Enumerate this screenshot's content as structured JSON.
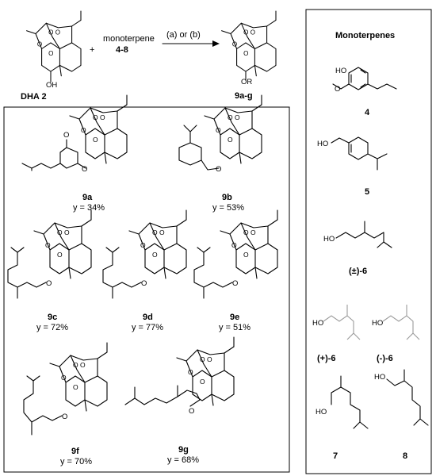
{
  "reaction": {
    "reactant_label": "DHA 2",
    "plus": "+",
    "reagent": "monoterpene",
    "reagent_numbers": "4-8",
    "conditions": "(a) or (b)",
    "product_label": "9a-g"
  },
  "atoms": {
    "hydroxyl": "OH",
    "ether": "OR",
    "oxygen": "O",
    "phenol": "HO",
    "alcohol": "HO"
  },
  "products": [
    {
      "label": "9a",
      "yield": "y = 34%"
    },
    {
      "label": "9b",
      "yield": "y = 53%"
    },
    {
      "label": "9c",
      "yield": "y = 72%"
    },
    {
      "label": "9d",
      "yield": "y = 77%"
    },
    {
      "label": "9e",
      "yield": "y = 51%"
    },
    {
      "label": "9f",
      "yield": "y = 70%"
    },
    {
      "label": "9g",
      "yield": "y = 68%"
    }
  ],
  "monoterpene_panel": {
    "title": "Monoterpenes",
    "compounds": [
      {
        "label": "4"
      },
      {
        "label": "5"
      },
      {
        "label": "(±)-6"
      },
      {
        "label": "(+)-6"
      },
      {
        "label": "(-)-6"
      },
      {
        "label": "7"
      },
      {
        "label": "8"
      }
    ]
  }
}
